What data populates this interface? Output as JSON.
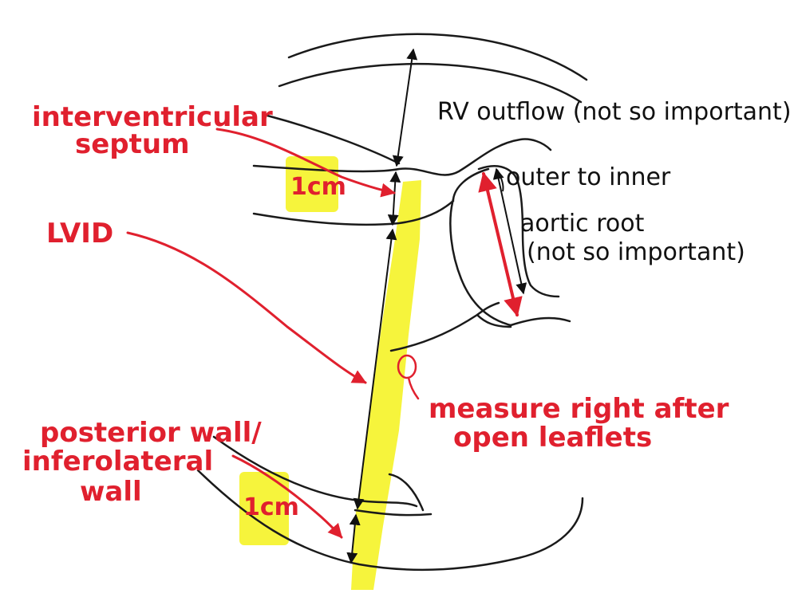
{
  "colors": {
    "outline": "#1a1a1a",
    "annotation_red": "#e0202e",
    "highlight_yellow": "#f5f21a",
    "measure_black": "#111111"
  },
  "labels": {
    "septum_line1": "interventricular",
    "septum_line2": "septum",
    "septum_thickness": "1cm",
    "lvid": "LVID",
    "posterior_line1": "posterior wall/",
    "posterior_line2": "inferolateral",
    "posterior_line3": "wall",
    "posterior_thickness": "1cm",
    "rv_outflow": "RV outflow (not so important)",
    "outer_to_inner": "outer to inner",
    "aortic_root_line1": "aortic root",
    "aortic_root_line2": "(not so important)",
    "measure_line1": "measure right after",
    "measure_line2": "open leaflets"
  }
}
